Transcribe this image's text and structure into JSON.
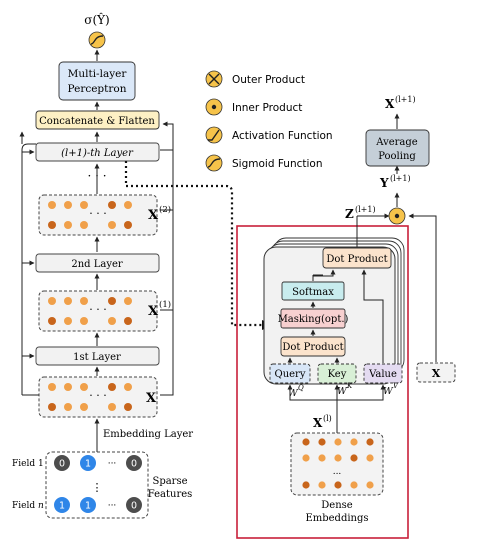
{
  "left": {
    "output_label": "σ(Ŷ)",
    "mlp_line1": "Multi-layer",
    "mlp_line2": "Perceptron",
    "concat_label": "Concatenate & Flatten",
    "layer_l1": "(l+1)-th Layer",
    "dots": "· · ·",
    "x2_label": "X",
    "x2_sup": "(2)",
    "layer_2": "2nd Layer",
    "x1_label": "X",
    "x1_sup": "(1)",
    "layer_1": "1st Layer",
    "x0_label": "X",
    "embedding_label": "Embedding Layer",
    "field1": "Field 1",
    "fieldn_prefix": "Field ",
    "fieldn_n": "n",
    "vdots": "⋮",
    "hdots": "···",
    "sparse_line1": "Sparse",
    "sparse_line2": "Features",
    "node0": "0",
    "node1": "1"
  },
  "legend": {
    "outer": "Outer Product",
    "inner": "Inner Product",
    "activation": "Activation Function",
    "sigmoid": "Sigmoid Function"
  },
  "right": {
    "yhat_label": "X",
    "yhat_sup": "(l+1)",
    "pool_line1": "Average",
    "pool_line2": "Pooling",
    "y_label": "Y",
    "y_sup": "(l+1)",
    "z_label": "Z",
    "z_sup": "(l+1)",
    "dot_product_top": "Dot Product",
    "softmax": "Softmax",
    "masking": "Masking(opt.)",
    "dot_product": "Dot Product",
    "query": "Query",
    "key": "Key",
    "value": "Value",
    "wq": "W",
    "wq_sup": "Q",
    "wk": "W",
    "wk_sup": "K",
    "wv": "W",
    "wv_sup": "V",
    "x_side": "X",
    "xl_label": "X",
    "xl_sup": "(l)",
    "dense_line1": "Dense",
    "dense_line2": "Embeddings",
    "dense_dots": "..."
  },
  "colors": {
    "orange": "#f0a04a",
    "dark_orange": "#c8651b",
    "blue_node": "#2f86e8",
    "grey_node": "#4d4d4d",
    "mlp_fill": "#dbe8f8",
    "concat_fill": "#fdf0c4",
    "pool_fill": "#c5cfd8",
    "dot_fill": "#fbe3cc",
    "softmax_fill": "#c8ecee",
    "mask_fill": "#f7d0d0",
    "query_fill": "#d8e6f7",
    "key_fill": "#d8efd6",
    "value_fill": "#e4dbf1",
    "red_frame": "#c8203a",
    "sigmoid_fill": "#f6c34a"
  }
}
